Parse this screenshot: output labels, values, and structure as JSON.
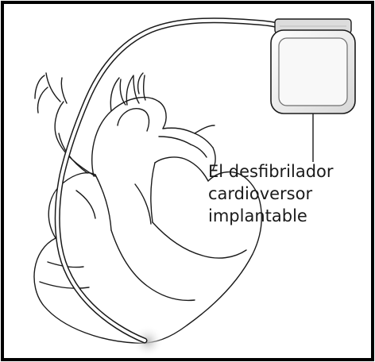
{
  "label": {
    "line1": "El desfibrilador",
    "line2": "cardioversor",
    "line3": "implantable"
  },
  "colors": {
    "frame": "#000000",
    "lines": "#1a1a1a",
    "device_fill": "#e6e6e6",
    "device_face": "#f7f7f7",
    "tip_glow": "#bdbdbd"
  }
}
